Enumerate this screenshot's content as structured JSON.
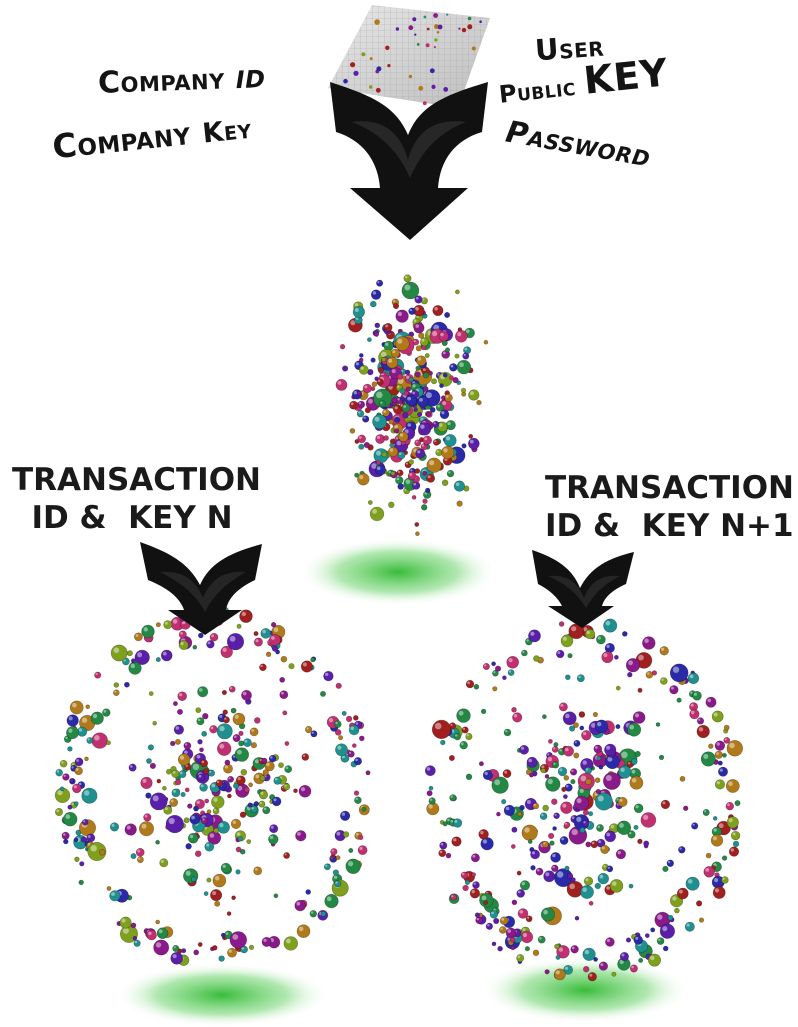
{
  "inputs": {
    "company_id": {
      "word": "Company",
      "suffix": "ID"
    },
    "company_key": {
      "word": "Company",
      "suffix": "Key"
    },
    "user": "User",
    "public_word": "Public",
    "key_word": "KEY",
    "password": "Password"
  },
  "transactions": {
    "left": {
      "line1": "TRANSACTION",
      "line2": "ID &  KEY N"
    },
    "right": {
      "line1": "TRANSACTION",
      "line2": "ID &  KEY N+1"
    }
  },
  "colors": {
    "arrow": "#111111",
    "shadow_green": "#3fbf3f",
    "sphere_palette": [
      "#2a2aa8",
      "#8a1a8a",
      "#1f8f8f",
      "#7fa01c",
      "#a02020",
      "#b07a1a",
      "#228844",
      "#5a1fa8",
      "#c03070"
    ]
  },
  "icons": [
    "merge-arrow-icon",
    "key-grid-icon"
  ]
}
